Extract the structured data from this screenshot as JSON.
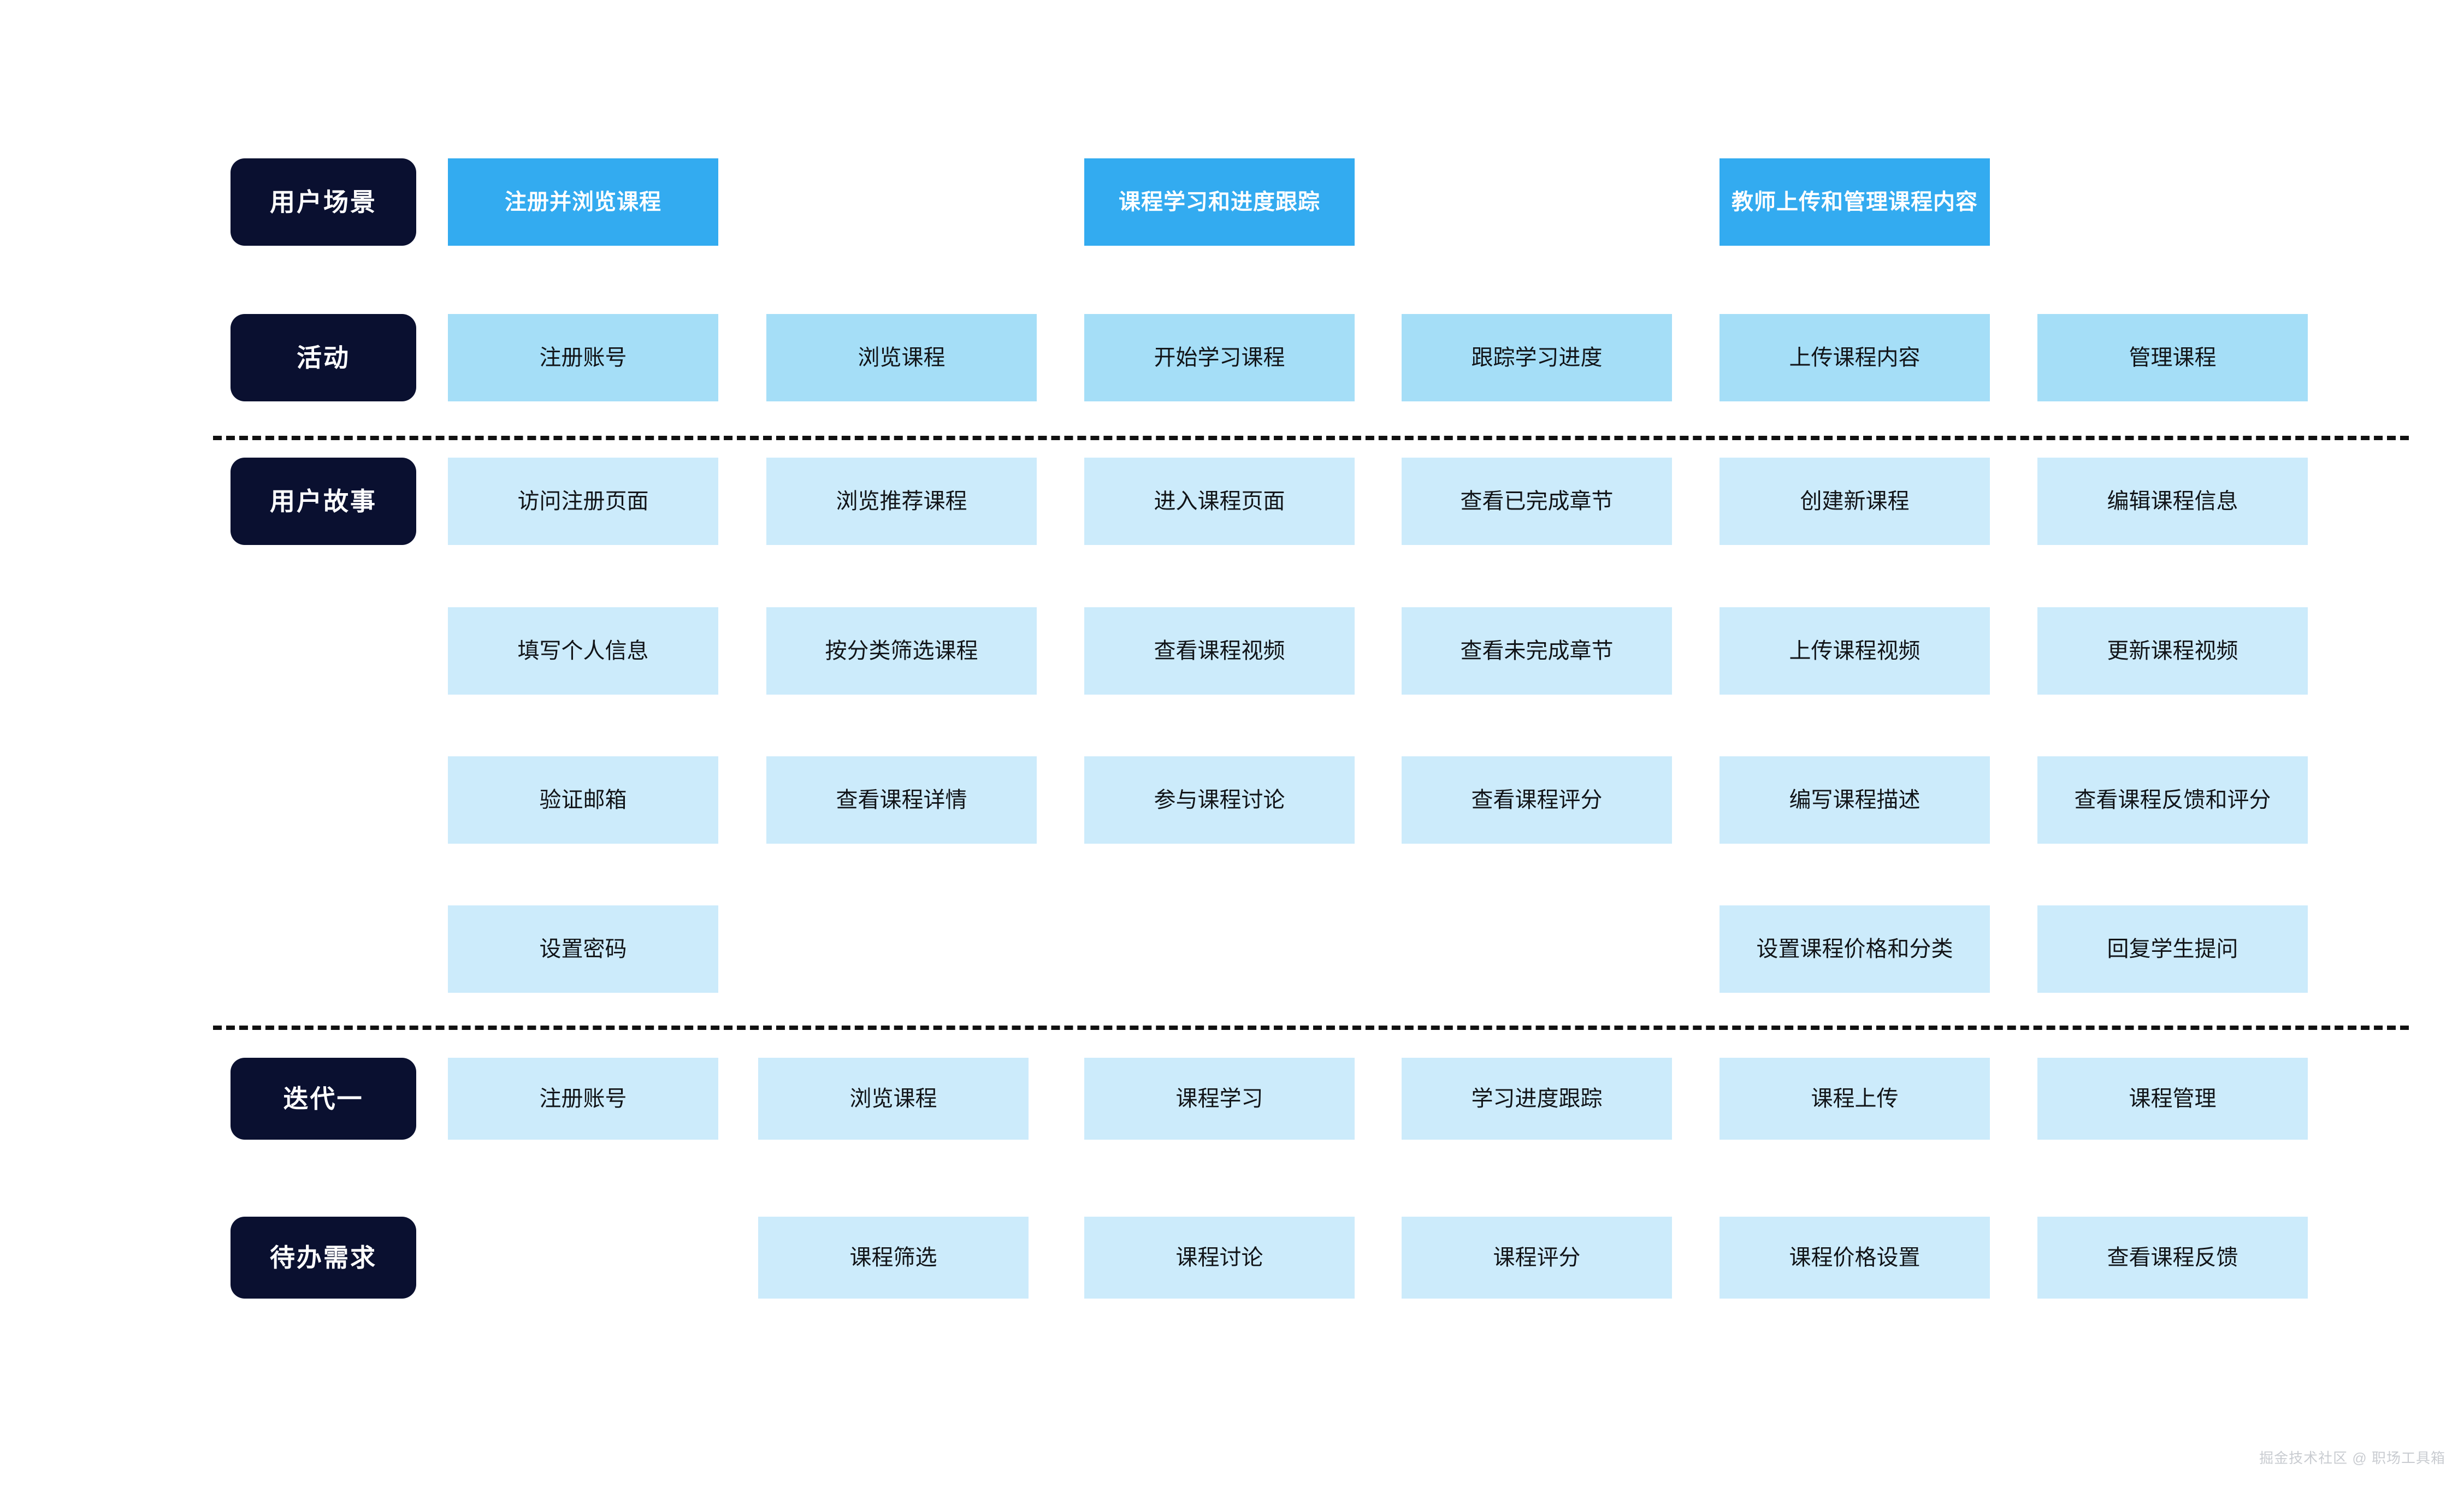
{
  "meta": {
    "watermark": "掘金技术社区 @ 职场工具箱",
    "colors": {
      "label_pill": "#0A1030",
      "scenario": "#33ABF0",
      "activity": "#A5DEF7",
      "story": "#CCEBFB",
      "divider": "#111111",
      "background": "#FFFFFF"
    }
  },
  "rows": {
    "scenario": {
      "label": "用户场景",
      "cards": [
        "注册并浏览课程",
        "课程学习和进度跟踪",
        "教师上传和管理课程内容"
      ]
    },
    "activity": {
      "label": "活动",
      "cards": [
        "注册账号",
        "浏览课程",
        "开始学习课程",
        "跟踪学习进度",
        "上传课程内容",
        "管理课程"
      ]
    },
    "stories": {
      "label": "用户故事",
      "grid": [
        [
          "访问注册页面",
          "浏览推荐课程",
          "进入课程页面",
          "查看已完成章节",
          "创建新课程",
          "编辑课程信息"
        ],
        [
          "填写个人信息",
          "按分类筛选课程",
          "查看课程视频",
          "查看未完成章节",
          "上传课程视频",
          "更新课程视频"
        ],
        [
          "验证邮箱",
          "查看课程详情",
          "参与课程讨论",
          "查看课程评分",
          "编写课程描述",
          "查看课程反馈和评分"
        ],
        [
          "设置密码",
          "",
          "",
          "",
          "设置课程价格和分类",
          "回复学生提问"
        ]
      ]
    },
    "iteration": {
      "label": "迭代一",
      "cards": [
        "注册账号",
        "浏览课程",
        "课程学习",
        "学习进度跟踪",
        "课程上传",
        "课程管理"
      ]
    },
    "backlog": {
      "label": "待办需求",
      "cards": [
        "",
        "课程筛选",
        "课程讨论",
        "课程评分",
        "课程价格设置",
        "查看课程反馈"
      ]
    }
  }
}
